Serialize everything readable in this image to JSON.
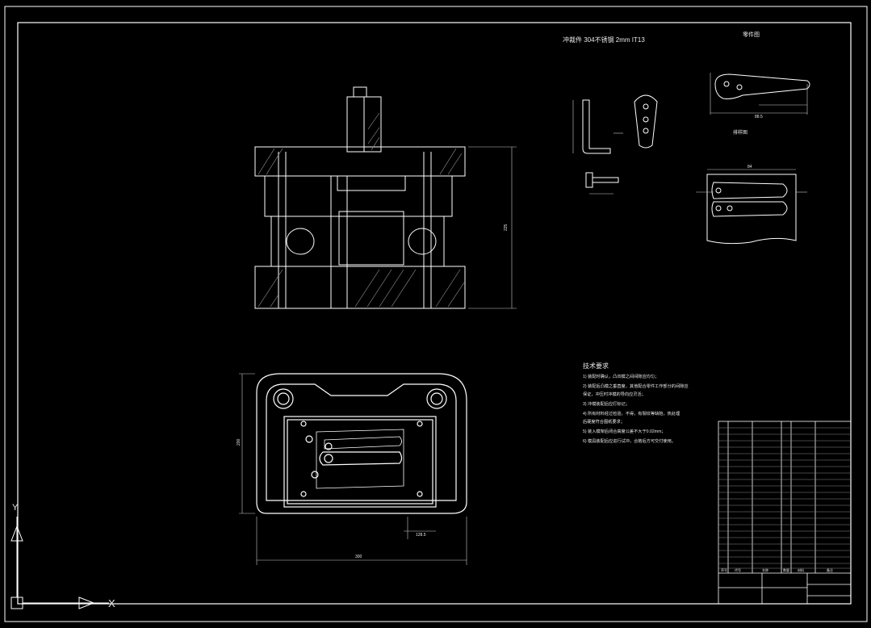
{
  "material_note": "冲裁件  304不锈钢    2mm   IT13",
  "label_part_drawing": "零件图",
  "label_layout_drawing": "排样图",
  "tech_req": {
    "title": "技术要求",
    "items": [
      "1) 装配时确认，凸凹模之间间隙应均匀；",
      "2) 装配后凸模之垂直度，其他配合零件工作部分的间隙应",
      "   保证，冲压时冲模的导向应灵活；",
      "3) 冲模装配后应打标记；",
      "4) 所有材料经过检验，不得，有裂纹等缺陷，热处理",
      "   后硬度符合图纸要求；",
      "5) 装入模架后闭合高度公差不大于0.02mm；",
      "6) 模具装配后应进行试冲，合格后方可交付使用。"
    ]
  },
  "dims": {
    "plan_width": "300",
    "plan_height": "200",
    "plan_inner": "128.5",
    "section_height": "225",
    "part_len": "88.5",
    "strip_width": "84"
  },
  "ucs": {
    "x_label": "X",
    "y_label": "Y"
  },
  "title_block": {
    "header": [
      "序号",
      "代号",
      "名称",
      "数量",
      "材料",
      "备注"
    ]
  }
}
